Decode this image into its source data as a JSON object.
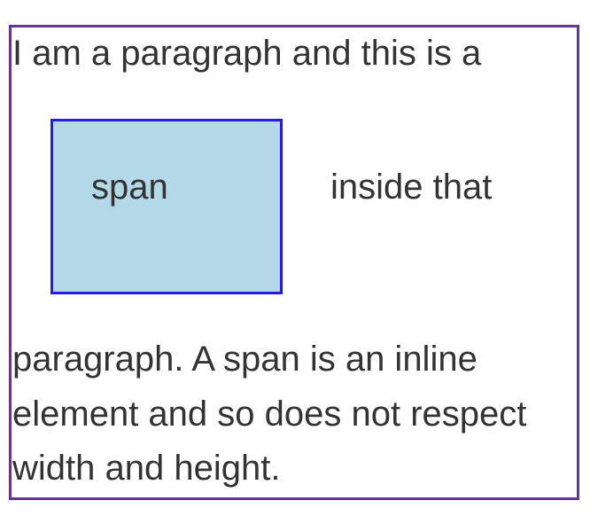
{
  "paragraph": {
    "line1": "I am a paragraph and this is a",
    "span_text": "span",
    "line2_after_span": "inside that",
    "line3": "paragraph. A span is an inline",
    "line4": "element and so does not respect",
    "line5": "width and height."
  },
  "colors": {
    "frame_border": "#663399",
    "span_background": "#b3d8e7",
    "span_border": "#2819e6",
    "text": "#333333"
  }
}
